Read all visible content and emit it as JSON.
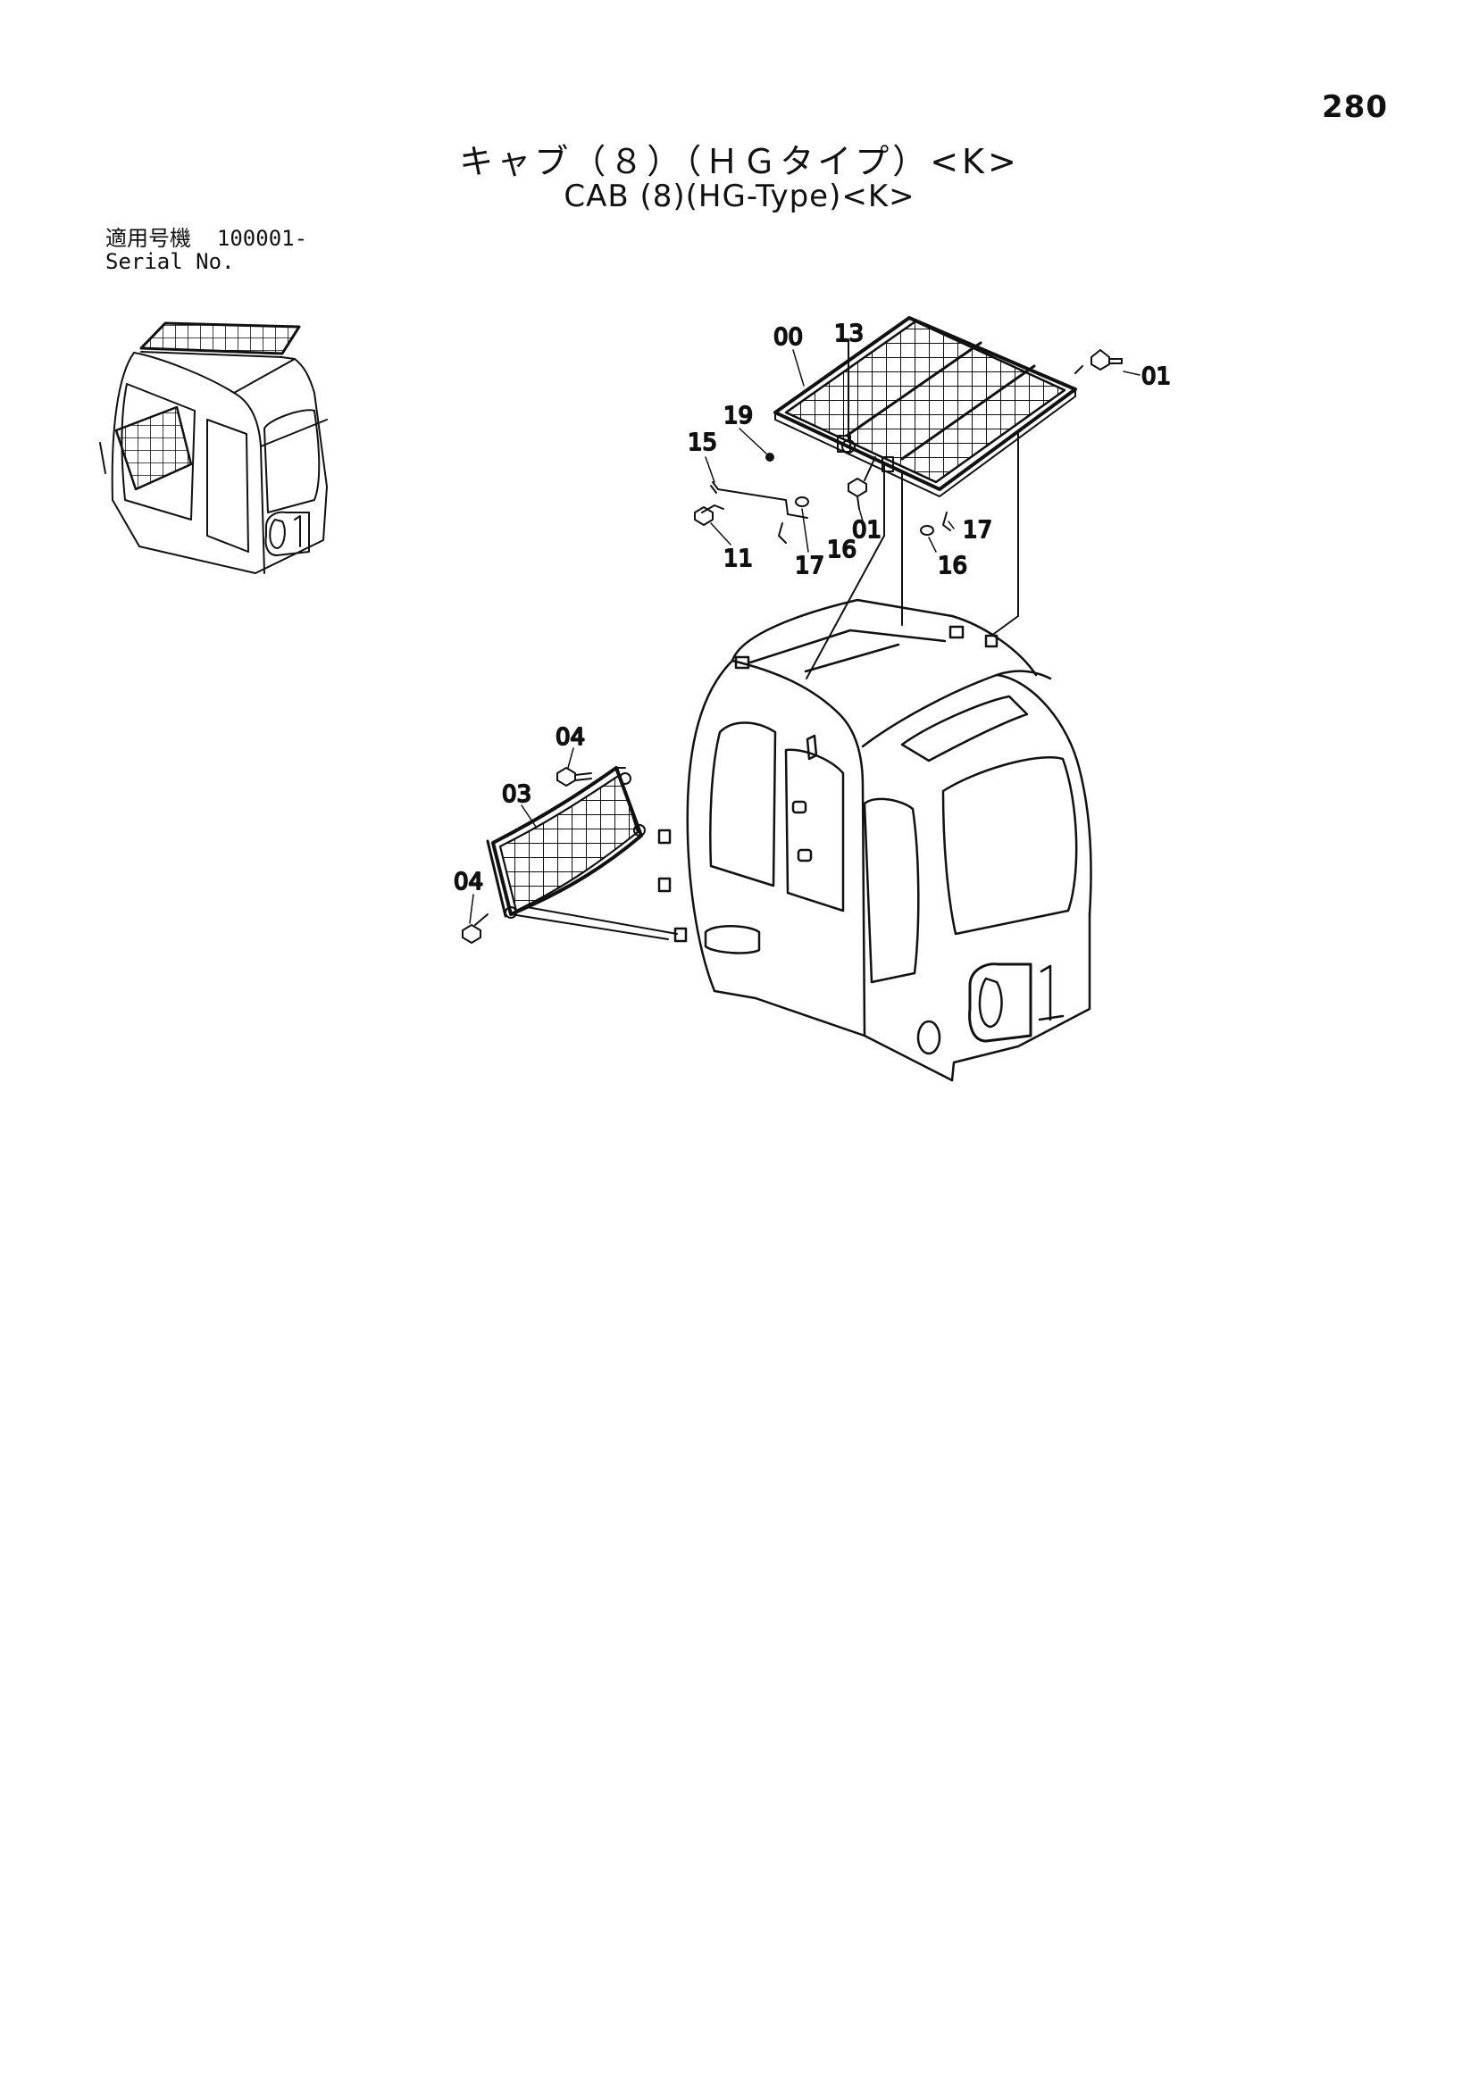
{
  "page": {
    "number": "280"
  },
  "title": {
    "japanese": "キャブ（８）（ＨＧタイプ）<K>",
    "english": "CAB (8)(HG-Type)<K>"
  },
  "serial": {
    "label_jp": "適用号機",
    "value": "100001-",
    "label_en": "Serial No."
  },
  "callouts": {
    "c00": "00",
    "c13": "13",
    "c01a": "01",
    "c19": "19",
    "c15": "15",
    "c01b": "01",
    "c11": "11",
    "c16a": "16",
    "c17a": "17",
    "c17b": "17",
    "c16b": "16",
    "c04a": "04",
    "c03": "03",
    "c04b": "04"
  }
}
